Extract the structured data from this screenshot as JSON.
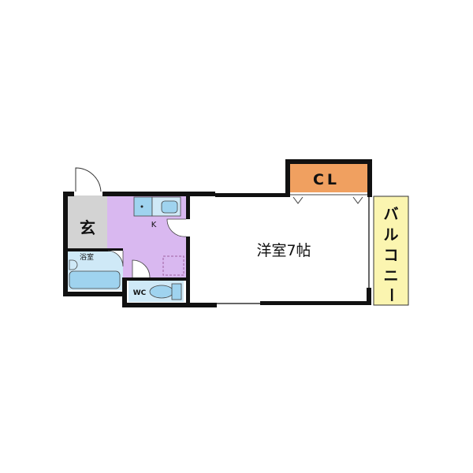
{
  "floor_plan": {
    "rooms": {
      "entrance": "玄",
      "kitchen": "K",
      "bathroom": "浴室",
      "toilet": "WC",
      "western_room": "洋室7帖",
      "closet": "CL",
      "balcony": [
        "バ",
        "ル",
        "コ",
        "ニ",
        "ー"
      ]
    },
    "colors": {
      "wall": "#111111",
      "entrance": "#d3d3d3",
      "kitchen": "#d9b8f0",
      "wet_area": "#cfe9f7",
      "fixture": "#9fd3ef",
      "closet": "#f0a060",
      "balcony": "#fbf5b0"
    }
  }
}
